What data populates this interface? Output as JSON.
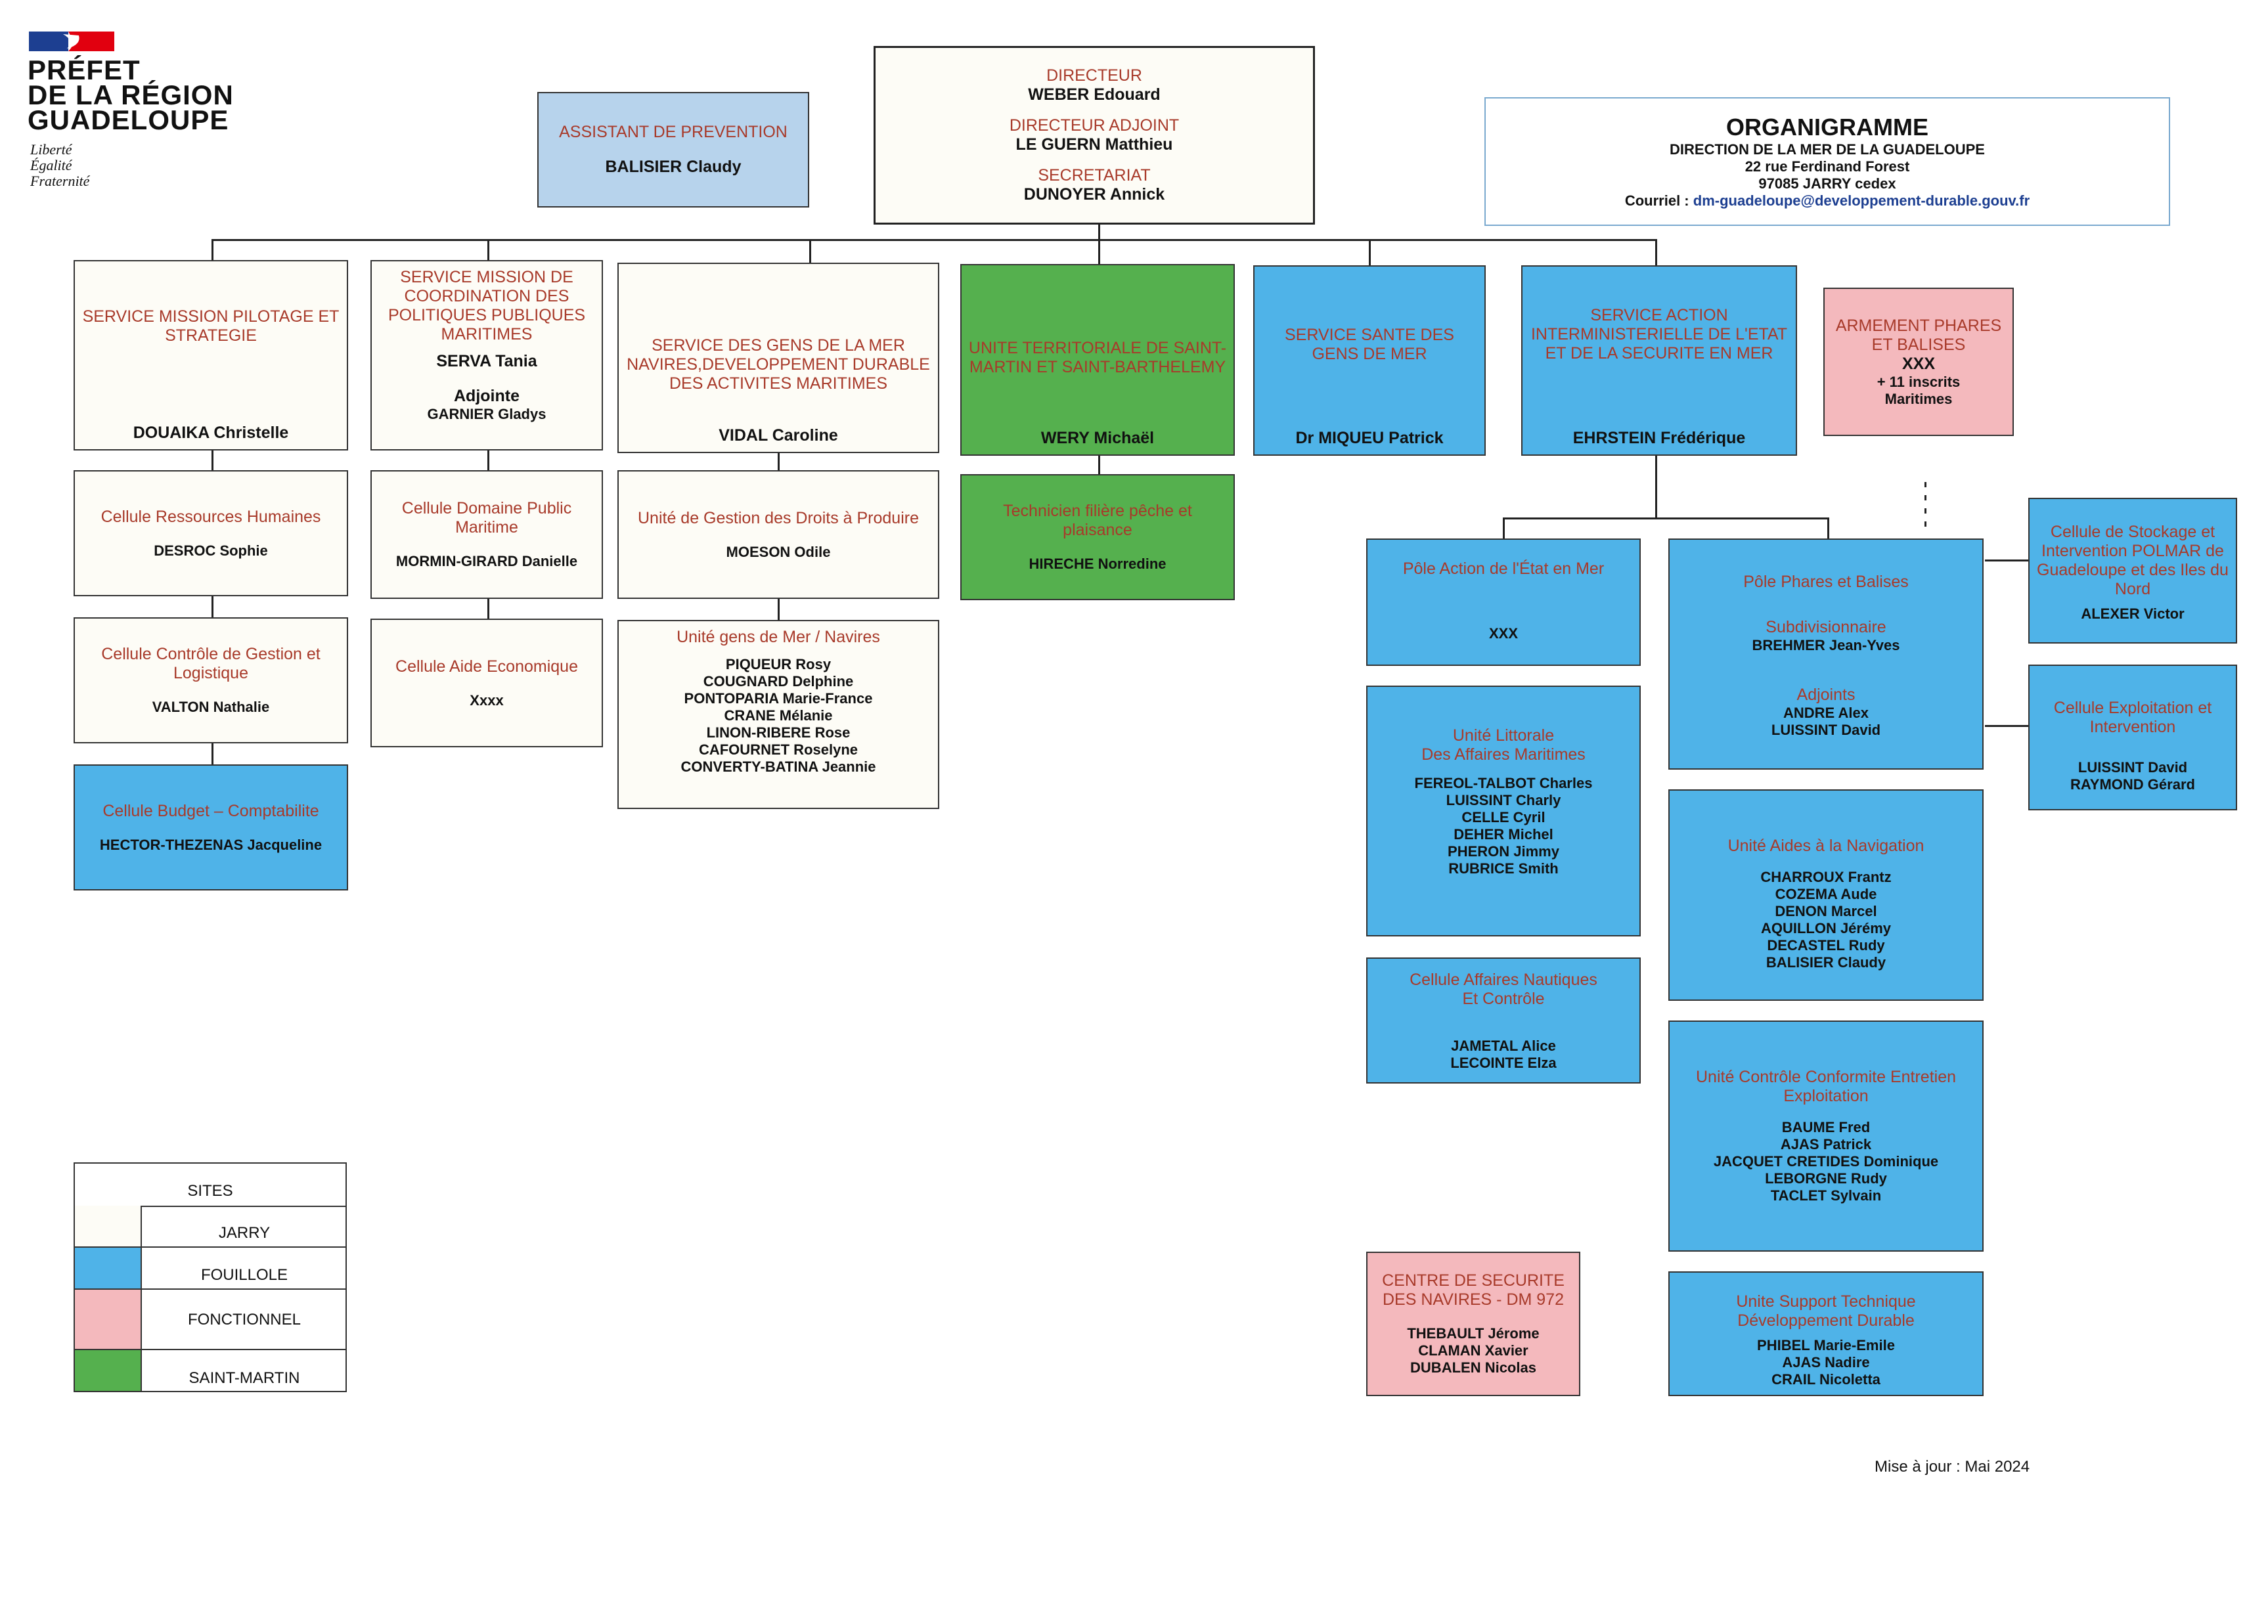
{
  "header": {
    "prefecture_line1": "PRÉFET",
    "prefecture_line2": "DE LA RÉGION",
    "prefecture_line3": "GUADELOUPE",
    "motto1": "Liberté",
    "motto2": "Égalité",
    "motto3": "Fraternité"
  },
  "colors": {
    "jarry": "#fdfcf6",
    "fouillole": "#4fb3e8",
    "fonctionnel": "#f4b9bd",
    "saint_martin": "#55b04e",
    "title_red": "#a83a2a"
  },
  "title_box": {
    "title": "ORGANIGRAMME",
    "line1": "DIRECTION DE LA MER DE LA GUADELOUPE",
    "line2": "22 rue Ferdinand Forest",
    "line3": "97085 JARRY cedex",
    "courriel_label": "Courriel :",
    "courriel": "dm-guadeloupe@developpement-durable.gouv.fr"
  },
  "prevention": {
    "title": "ASSISTANT DE PREVENTION",
    "name": "BALISIER Claudy"
  },
  "direction": {
    "dir_title": "DIRECTEUR",
    "dir_name": "WEBER Edouard",
    "adj_title": "DIRECTEUR ADJOINT",
    "adj_name": "LE GUERN Matthieu",
    "sec_title": "SECRETARIAT",
    "sec_name": "DUNOYER Annick"
  },
  "services": {
    "pilotage": {
      "title": "SERVICE MISSION PILOTAGE ET STRATEGIE",
      "name": "DOUAIKA Christelle"
    },
    "coordination": {
      "title": "SERVICE MISSION DE COORDINATION DES POLITIQUES PUBLIQUES MARITIMES",
      "chef": "SERVA Tania",
      "adj_label": "Adjointe",
      "adj_name": "GARNIER Gladys"
    },
    "gens_mer": {
      "title": "SERVICE DES GENS DE LA MER NAVIRES,DEVELOPPEMENT DURABLE DES ACTIVITES MARITIMES",
      "name": "VIDAL Caroline"
    },
    "ut_stmartin": {
      "title": "UNITE TERRITORIALE DE SAINT-MARTIN ET SAINT-BARTHELEMY",
      "name": "WERY Michaël"
    },
    "sante": {
      "title": "SERVICE SANTE DES GENS DE MER",
      "name": "Dr MIQUEU Patrick"
    },
    "action_etat": {
      "title": "SERVICE ACTION INTERMINISTERIELLE DE L'ETAT ET DE LA SECURITE EN MER",
      "name": "EHRSTEIN Frédérique"
    },
    "armement": {
      "title": "ARMEMENT PHARES ET BALISES",
      "name": "XXX",
      "extra1": "+ 11 inscrits",
      "extra2": "Maritimes"
    }
  },
  "col1": {
    "rh": {
      "title": "Cellule Ressources Humaines",
      "name": "DESROC Sophie"
    },
    "cg": {
      "title": "Cellule Contrôle de Gestion et Logistique",
      "name": "VALTON Nathalie"
    },
    "budget": {
      "title": "Cellule Budget – Comptabilite",
      "name": "HECTOR-THEZENAS Jacqueline"
    }
  },
  "col2": {
    "domaine": {
      "title": "Cellule Domaine Public Maritime",
      "name": "MORMIN-GIRARD Danielle"
    },
    "aide": {
      "title": "Cellule  Aide Economique",
      "name": "Xxxx"
    }
  },
  "col3": {
    "droits": {
      "title": "Unité de Gestion des Droits à Produire",
      "name": "MOESON Odile"
    },
    "navires": {
      "title": "Unité gens de Mer / Navires",
      "names": [
        "PIQUEUR Rosy",
        "COUGNARD Delphine",
        "PONTOPARIA Marie-France",
        "CRANE Mélanie",
        "LINON-RIBERE Rose",
        "CAFOURNET Roselyne",
        "CONVERTY-BATINA Jeannie"
      ]
    }
  },
  "col4": {
    "technicien": {
      "title": "Technicien filière pêche et plaisance",
      "name": "HIRECHE Norredine"
    }
  },
  "action_units": {
    "pole_action": {
      "title": "Pôle Action de l'État en Mer",
      "name": "XXX"
    },
    "littorale": {
      "title1": "Unité Littorale",
      "title2": "Des Affaires Maritimes",
      "names": [
        "FEREOL-TALBOT Charles",
        "LUISSINT Charly",
        "CELLE Cyril",
        "DEHER Michel",
        "PHERON Jimmy",
        "RUBRICE Smith"
      ]
    },
    "nautiques": {
      "title1": "Cellule Affaires Nautiques",
      "title2": "Et Contrôle",
      "names": [
        "JAMETAL Alice",
        "LECOINTE Elza"
      ]
    },
    "csn": {
      "title": "CENTRE DE SECURITE DES NAVIRES - DM 972",
      "names": [
        "THEBAULT Jérome",
        "CLAMAN Xavier",
        "DUBALEN Nicolas"
      ]
    },
    "phares": {
      "title": "Pôle Phares et Balises",
      "sub_title": "Subdivisionnaire",
      "sub_name": "BREHMER Jean-Yves",
      "adj_title": "Adjoints",
      "adj_names": [
        "ANDRE Alex",
        "LUISSINT David"
      ]
    },
    "aides_nav": {
      "title": "Unité Aides à la Navigation",
      "names": [
        "CHARROUX Frantz",
        "COZEMA Aude",
        "DENON Marcel",
        "AQUILLON Jérémy",
        "DECASTEL Rudy",
        "BALISIER Claudy"
      ]
    },
    "controle": {
      "title": "Unité Contrôle Conformite Entretien Exploitation",
      "names": [
        "BAUME Fred",
        "AJAS Patrick",
        "JACQUET CRETIDES Dominique",
        "LEBORGNE Rudy",
        "TACLET Sylvain"
      ]
    },
    "support": {
      "title1": "Unite Support Technique",
      "title2": "Développement Durable",
      "names": [
        "PHIBEL Marie-Emile",
        "AJAS Nadire",
        "CRAIL Nicoletta"
      ]
    },
    "polmar": {
      "title": "Cellule de Stockage et Intervention POLMAR de Guadeloupe et des Iles du Nord",
      "name": "ALEXER Victor"
    },
    "exploitation": {
      "title": "Cellule Exploitation et Intervention",
      "names": [
        "LUISSINT David",
        "RAYMOND Gérard"
      ]
    }
  },
  "legend": {
    "header": "SITES",
    "items": [
      "JARRY",
      "FOUILLOLE",
      "FONCTIONNEL",
      "SAINT-MARTIN"
    ]
  },
  "update": "Mise à jour : Mai 2024"
}
